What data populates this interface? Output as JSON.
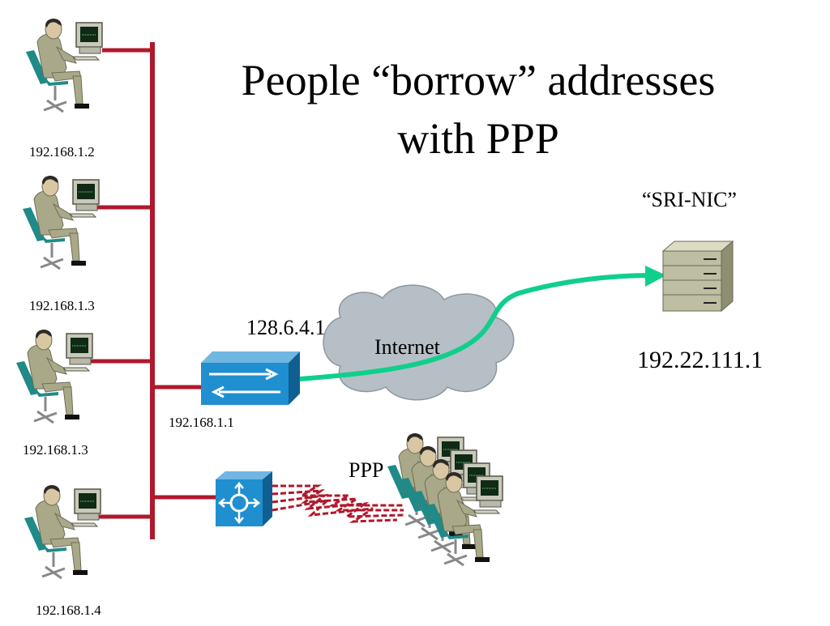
{
  "title": {
    "line1": "People “borrow” addresses",
    "line2": "with PPP"
  },
  "hosts": [
    {
      "ip": "192.168.1.2"
    },
    {
      "ip": "192.168.1.3"
    },
    {
      "ip": "192.168.1.3"
    },
    {
      "ip": "192.168.1.4"
    }
  ],
  "router": {
    "inside_ip": "192.168.1.1",
    "outside_ip": "128.6.4.1"
  },
  "cloud": {
    "label": "Internet"
  },
  "server": {
    "name": "“SRI-NIC”",
    "ip": "192.22.111.1"
  },
  "ppp": {
    "label": "PPP"
  },
  "colors": {
    "lan": "#b0182c",
    "path": "#10cf8c",
    "device": "#1f8fd0",
    "cloud": "#b7bfc6",
    "server": "#bebea2"
  }
}
